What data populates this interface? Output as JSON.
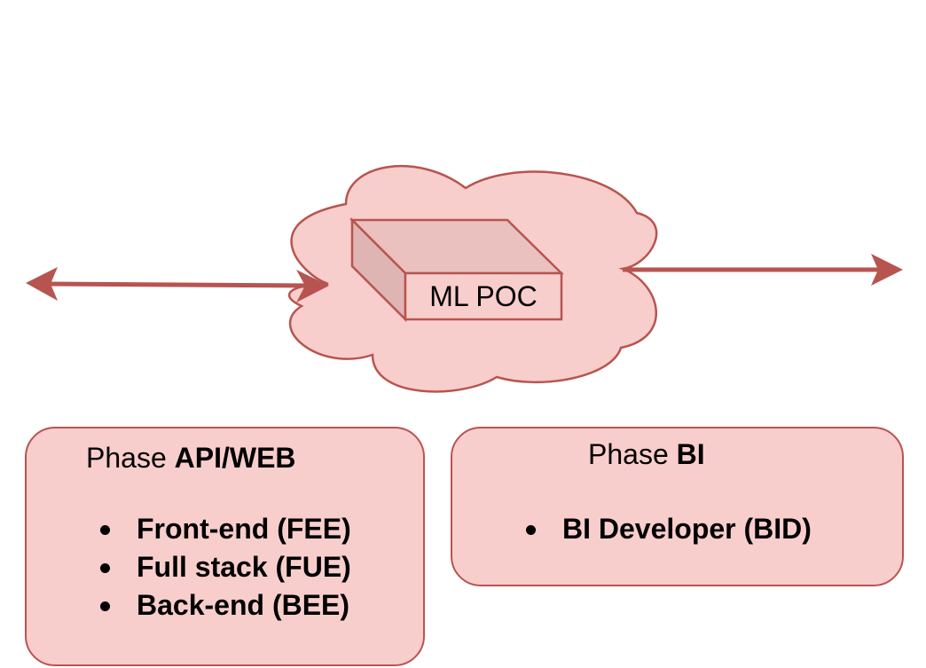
{
  "diagram": {
    "colors": {
      "fill": "#f8cecc",
      "stroke": "#b85450",
      "cube_top": "#ebc1bf",
      "cube_side": "#dfb5b3",
      "text": "#000000"
    },
    "center_node": {
      "shape": "cloud",
      "inner_shape": "cube",
      "label": "ML POC"
    },
    "edges": [
      {
        "id": "left-edge",
        "type": "bidirectional-arrow",
        "from": "outside-left",
        "to": "ML POC"
      },
      {
        "id": "right-edge",
        "type": "arrow",
        "from": "ML POC",
        "to": "outside-right"
      }
    ],
    "phases": [
      {
        "title_prefix": "Phase ",
        "title_bold": "API/WEB",
        "roles": [
          "Front-end (FEE)",
          "Full stack (FUE)",
          "Back-end (BEE)"
        ]
      },
      {
        "title_prefix": "Phase ",
        "title_bold": "BI",
        "roles": [
          "BI Developer (BID)"
        ]
      }
    ]
  }
}
